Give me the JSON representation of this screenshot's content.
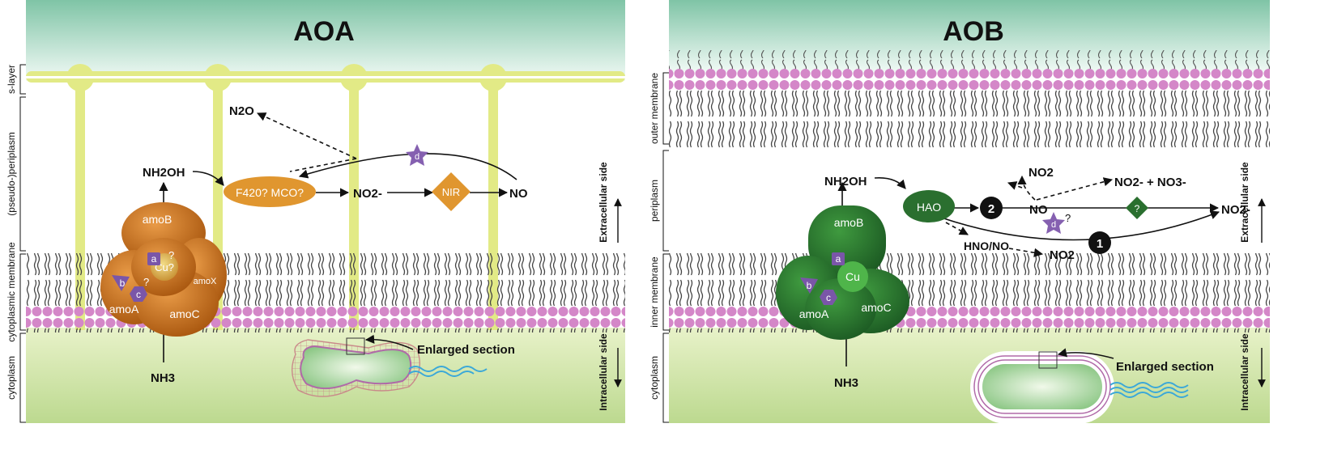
{
  "aoa": {
    "title": "AOA",
    "side_labels": {
      "s_layer": "s-layer",
      "periplasm": "(pseudo-)periplasm",
      "membrane": "cytoplasmic membrane",
      "cytoplasm": "cytoplasm"
    },
    "direction_labels": {
      "extracellular": "Extracellular side",
      "intracellular": "Intracellular side"
    },
    "enzyme": {
      "amoB": "amoB",
      "amoA": "amoA",
      "amoC": "amoC",
      "amoX": "amoX",
      "cu": "Cu?",
      "a": "a",
      "b": "b",
      "c": "c",
      "q1": "?",
      "q2": "?"
    },
    "species": {
      "nh2oh": "NH2OH",
      "f420": "F420? MCO?",
      "no2": "NO2-",
      "nir": "NIR",
      "no": "NO",
      "n2o": "N2O",
      "d": "d",
      "nh3": "NH3"
    },
    "enlarged": "Enlarged section"
  },
  "aob": {
    "title": "AOB",
    "side_labels": {
      "outer": "outer membrane",
      "periplasm": "periplasm",
      "inner": "inner membrane",
      "cytoplasm": "cytoplasm"
    },
    "direction_labels": {
      "extracellular": "Extracellular side",
      "intracellular": "Intracellular side"
    },
    "enzyme": {
      "amoB": "amoB",
      "amoA": "amoA",
      "amoC": "amoC",
      "cu": "Cu",
      "a": "a",
      "b": "b",
      "c": "c"
    },
    "species": {
      "nh2oh": "NH2OH",
      "hao": "HAO",
      "step2": "2",
      "no": "NO",
      "d": "d",
      "dq": "?",
      "q": "?",
      "no2_top": "NO2",
      "no2_no3": "NO2- + NO3-",
      "no2_right": "NO2-",
      "hno": "HNO/NO",
      "no2_bottom": "NO2",
      "step1": "1",
      "nh3": "NH3"
    },
    "enlarged": "Enlarged section"
  }
}
